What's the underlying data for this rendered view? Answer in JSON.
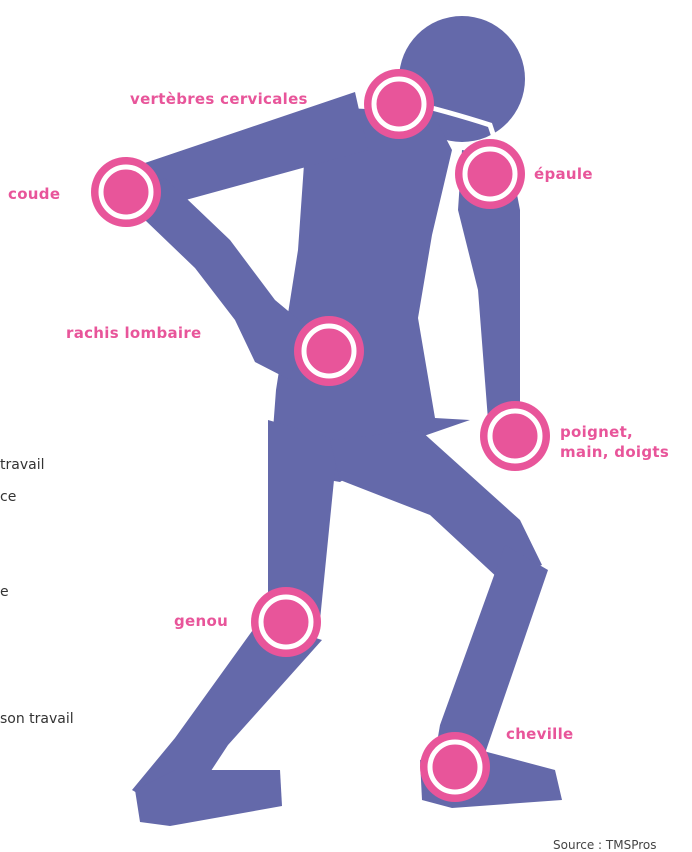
{
  "colors": {
    "body": "#6469aa",
    "marker": "#e8559a",
    "ring": "#ffffff",
    "label": "#e8559a"
  },
  "joints": [
    {
      "id": "cervical",
      "label": "vertèbres cervicales"
    },
    {
      "id": "shoulder",
      "label": "épaule"
    },
    {
      "id": "elbow",
      "label": "coude"
    },
    {
      "id": "lumbar",
      "label": "rachis lombaire"
    },
    {
      "id": "wrist",
      "label": "poignet,\nmain, doigts"
    },
    {
      "id": "knee",
      "label": "genou"
    },
    {
      "id": "ankle",
      "label": "cheville"
    }
  ],
  "side_text": [
    "travail",
    "ce",
    "e",
    "son travail"
  ],
  "source": "Source : TMSPros"
}
